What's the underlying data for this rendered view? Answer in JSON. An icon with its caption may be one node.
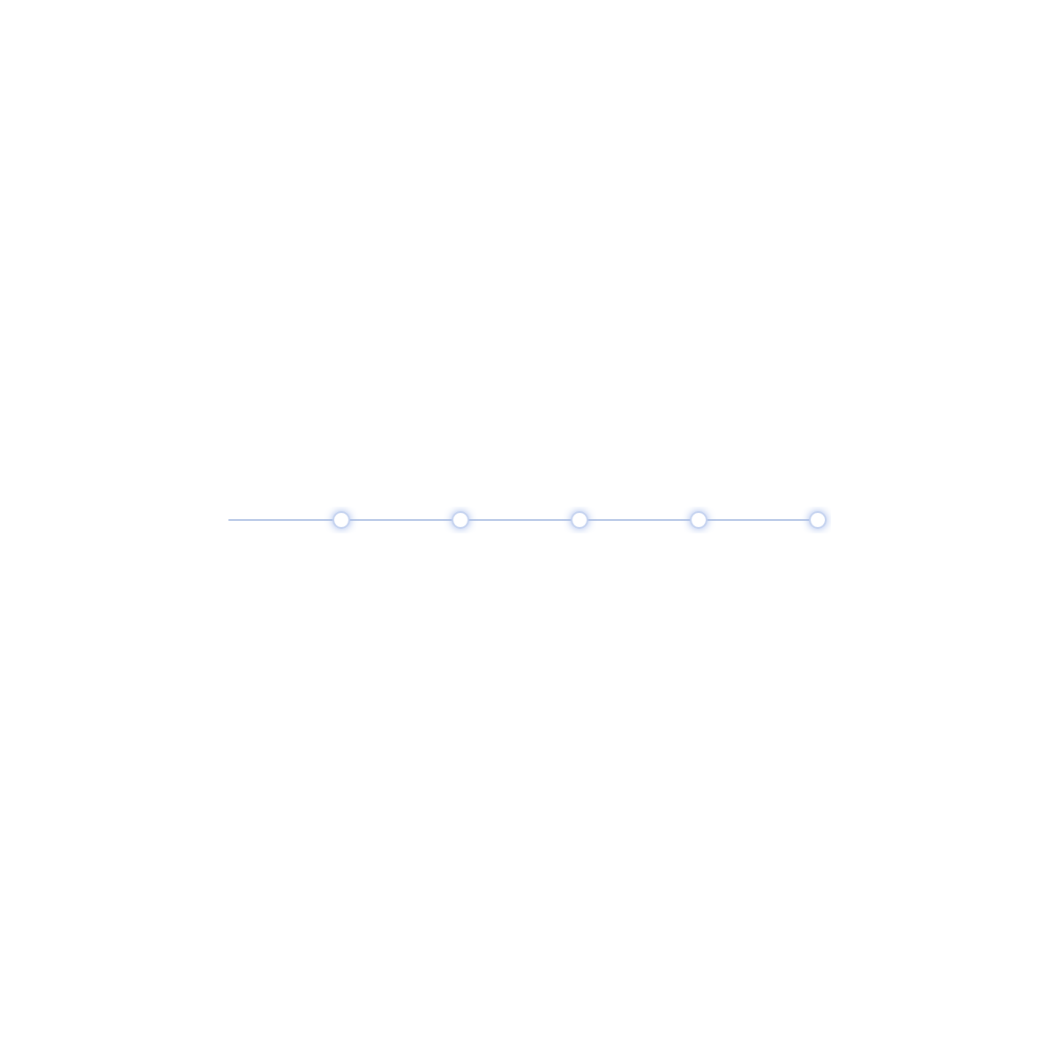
{
  "diagram": {
    "nodes": [
      {
        "text": [],
        "shape": "circle"
      },
      {
        "text": [],
        "shape": "circle"
      },
      {
        "text": [],
        "shape": "circle"
      },
      {
        "text": [],
        "shape": "circle"
      },
      {
        "text": [],
        "shape": "circle"
      }
    ],
    "edges": [
      {
        "from": null,
        "to": 0,
        "arrow": "none"
      },
      {
        "from": 0,
        "to": 1,
        "arrow": "none"
      },
      {
        "from": 1,
        "to": 2,
        "arrow": "none"
      },
      {
        "from": 2,
        "to": 3,
        "arrow": "none"
      },
      {
        "from": 3,
        "to": 4,
        "arrow": "none"
      }
    ]
  }
}
